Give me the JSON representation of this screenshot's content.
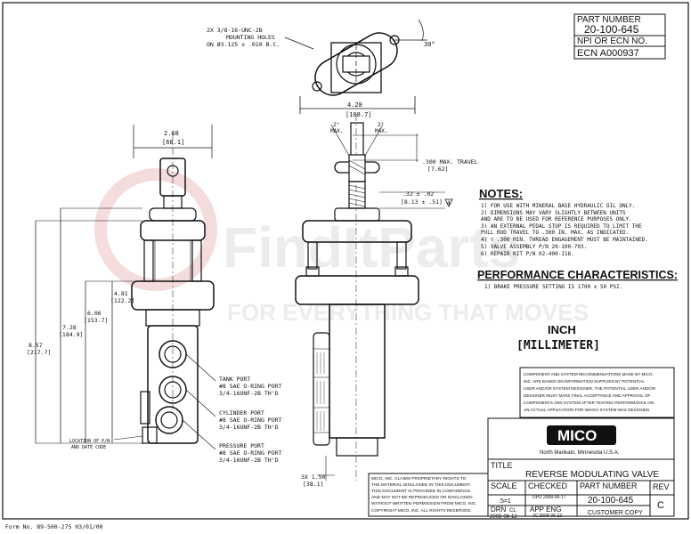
{
  "title_block": {
    "part_number_label": "PART NUMBER",
    "part_number": "20-100-645",
    "npi_label": "NPI OR ECN NO.",
    "ecn": "ECN A000937",
    "title_label": "TITLE",
    "title": "REVERSE MODULATING VALVE",
    "scale_label": "SCALE",
    "scale": ".5=1",
    "checked_label": "CHECKED",
    "checked_by": "DPD 2008-06-17",
    "drn_label": "DRN",
    "drn_by": "CL",
    "drn_date": "2008-06-12",
    "app_eng_label": "APP ENG",
    "app_eng_by": "JC 2008-06-12",
    "pn_label2": "PART NUMBER",
    "pn2": "20-100-645",
    "copy_label": "CUSTOMER COPY",
    "rev_label": "REV",
    "rev": "C",
    "company_logo": "MICO",
    "company_address": "North Mankato, Minnesota U.S.A."
  },
  "form_number": "Form No. 89-500-275  03/01/00",
  "proprietary_notice": [
    "MICO, INC. CLAIMS PROPRIETARY RIGHTS TO",
    "THE MATERIAL DISCLOSED IN THIS DOCUMENT.",
    "THIS DOCUMENT IS PROVIDED IN CONFIDENCE",
    "AND MAY NOT BE REPRODUCED OR DISCLOSED",
    "WITHOUT WRITTEN PERMISSION FROM MICO, INC.",
    "COPYRIGHT MICO, INC. ALL RIGHTS RESERVED."
  ],
  "recommendations": [
    "COMPONENT AND SYSTEM RECOMMENDATIONS MADE BY MICO,",
    "INC. ARE BASED ON INFORMATION SUPPLIED BY POTENTIAL",
    "USER AND/OR SYSTEM DESIGNER.  THE POTENTIAL USER AND/OR",
    "DESIGNER MUST MAKE FINAL ACCEPTANCE AND APPROVAL OF",
    "COMPONENTS AND SYSTEM AFTER TESTING PERFORMANCE ON",
    "AN ACTUAL APPLICATION FOR WHICH SYSTEM WAS DESIGNED."
  ],
  "notes_title": "NOTES:",
  "notes": [
    "1)  FOR USE WITH MINERAL BASE HYDRAULIC OIL ONLY.",
    "2)  DIMENSIONS MAY VARY SLIGHTLY BETWEEN UNITS",
    "     AND ARE TO BE USED FOR REFERENCE PURPOSES ONLY.",
    "3)  AN EXTERNAL PEDAL STOP IS REQUIRED TO LIMIT THE",
    "     PULL ROD TRAVEL TO .300 IN. MAX. AS INDICATED.",
    "4)  ▽ .300 MIN. THREAD ENGAGEMENT MUST BE MAINTAINED.",
    "5)  VALVE ASSEMBLY P/N 20-100-703.",
    "6)  REPAIR KIT P/N 02-400-118."
  ],
  "performance_title": "PERFORMANCE CHARACTERISTICS:",
  "performance": [
    "1)  BRAKE PRESSURE SETTING IS 1700 ± 50 PSI."
  ],
  "units": [
    "INCH",
    "[MILLIMETER]"
  ],
  "top_view": {
    "holes_note": [
      "2X 3/8-16-UNC-2B",
      "MOUNTING HOLES",
      "ON Ø3.125 ± .010 B.C."
    ],
    "angle": "30°",
    "width": "4.28",
    "width_mm": "[108.7]"
  },
  "front_view": {
    "width": "2.68",
    "width_mm": "[68.1]",
    "h1": "4.81",
    "h1_mm": "[122.2]",
    "h2": "6.06",
    "h2_mm": "[153.7]",
    "h3": "7.28",
    "h3_mm": "[184.9]",
    "h4": "8.57",
    "h4_mm": "[217.7]",
    "tank_port": [
      "TANK PORT",
      "#8 SAE O-RING PORT",
      "3/4-16UNF-2B TH'D"
    ],
    "cylinder_port": [
      "CYLINDER PORT",
      "#8 SAE O-RING PORT",
      "3/4-16UNF-2B TH'D"
    ],
    "pressure_port": [
      "PRESSURE PORT",
      "#8 SAE O-RING PORT",
      "3/4-16UNF-2B TH'D"
    ],
    "location_note": [
      "LOCATION OF P/N",
      "AND DATE CODE"
    ]
  },
  "side_view": {
    "max_left": "2°",
    "max_right": "2°",
    "max_label": "MAX.",
    "travel": ".300 MAX. TRAVEL",
    "travel_mm": "[7.62]",
    "thread": ".32 ± .02",
    "thread_mm": "[8.13 ± .51]",
    "thread_mark": "4",
    "bottom": "3X 1.50",
    "bottom_mm": "[38.1]"
  },
  "watermark": {
    "brand": "FindItParts",
    "tagline": "FOR EVERYTHING THAT MOVES"
  }
}
